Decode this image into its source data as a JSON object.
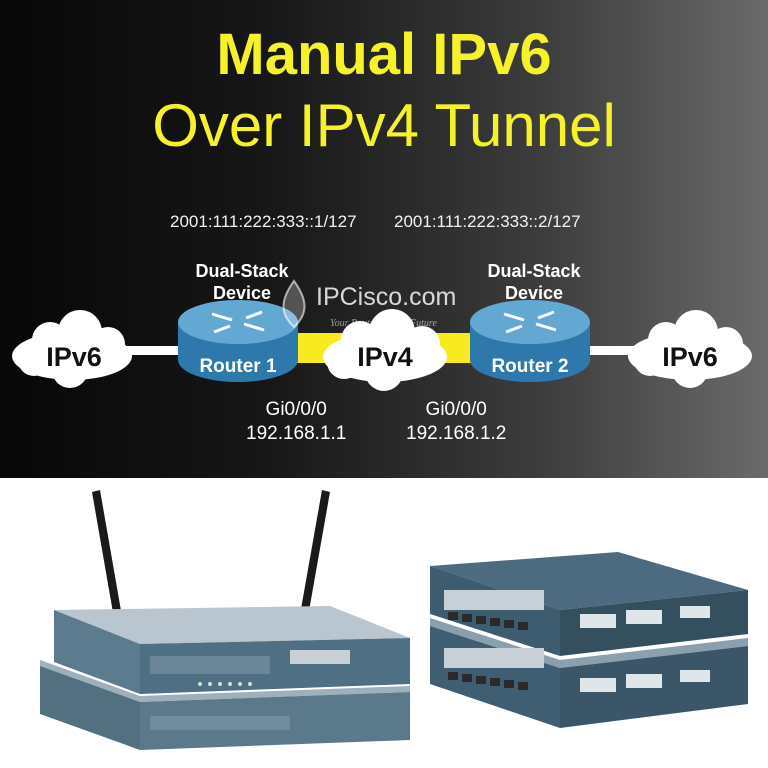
{
  "title": {
    "line1": "Manual IPv6",
    "line2": "Over IPv4 Tunnel"
  },
  "watermark": {
    "brand": "IPCisco.com",
    "tagline": "Your Route To Your Future"
  },
  "routers": [
    {
      "name": "Router 1",
      "role": "Dual-Stack Device",
      "role_line1": "Dual-Stack",
      "role_line2": "Device",
      "ipv6_address": "2001:111:222:333::1/127",
      "interface": "Gi0/0/0",
      "ipv4_address": "192.168.1.1"
    },
    {
      "name": "Router 2",
      "role": "Dual-Stack Device",
      "role_line1": "Dual-Stack",
      "role_line2": "Device",
      "ipv6_address": "2001:111:222:333::2/127",
      "interface": "Gi0/0/0",
      "ipv4_address": "192.168.1.2"
    }
  ],
  "clouds": {
    "left": "IPv6",
    "middle": "IPv4",
    "right": "IPv6"
  },
  "colors": {
    "title": "#f5f22a",
    "tunnel": "#f7ea1f",
    "router": "#3a86b8",
    "router_top": "#63a8d3",
    "link": "#ffffff"
  }
}
